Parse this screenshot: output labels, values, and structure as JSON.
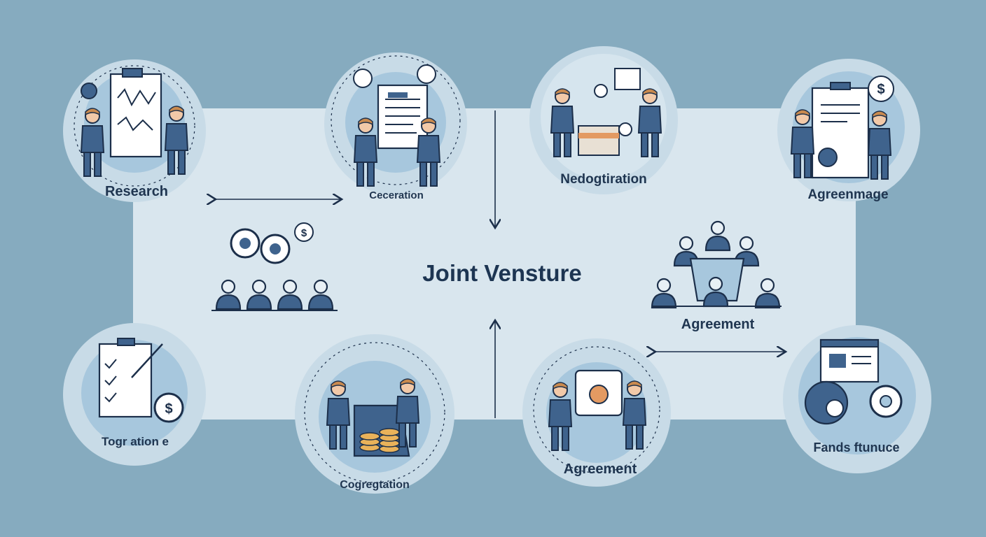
{
  "center": {
    "title": "Joint Vensture"
  },
  "nodes": {
    "research": "Research",
    "deceration": "Ceceration",
    "negotiation": "Nedogtiration",
    "agreement_top": "Agreenmage",
    "agreement_right": "Agreement",
    "funds": "Fands ftunuce",
    "agreement_bottom": "Agreement",
    "congregation": "Cogregtation",
    "integration": "Togr ation e"
  },
  "colors": {
    "background": "#86abbf",
    "panel": "#d9e6ee",
    "circle": "#c8dbe7",
    "inner": "#a7c7dd",
    "figure": "#3f638d",
    "outline": "#1c2f4a",
    "accent": "#e39a62"
  }
}
